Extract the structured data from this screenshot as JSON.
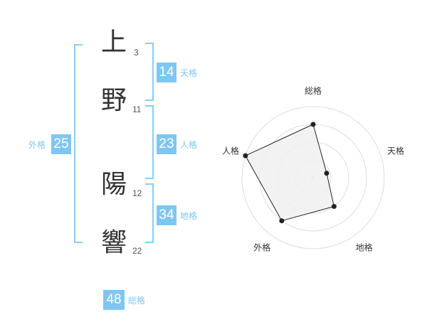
{
  "name": {
    "chars": [
      {
        "char": "上",
        "strokes": "3"
      },
      {
        "char": "野",
        "strokes": "11"
      },
      {
        "char": "陽",
        "strokes": "12"
      },
      {
        "char": "響",
        "strokes": "22"
      }
    ]
  },
  "fortunes": {
    "tenkaku": {
      "value": "14",
      "label": "天格"
    },
    "jinkaku": {
      "value": "23",
      "label": "人格"
    },
    "chikaku": {
      "value": "34",
      "label": "地格"
    },
    "gaikaku": {
      "value": "25",
      "label": "外格"
    },
    "soukaku": {
      "value": "48",
      "label": "総格"
    }
  },
  "chart_data": {
    "type": "radar",
    "axes": [
      "総格",
      "天格",
      "地格",
      "外格",
      "人格"
    ],
    "rings": 4,
    "levels": [
      0.75,
      0.2,
      0.5,
      0.75,
      1.0
    ],
    "grid_color": "#dddddd",
    "fill_color": "#f0f0f0",
    "line_color": "#222222"
  },
  "colors": {
    "accent": "#7fc6f2",
    "bracket": "#8cccf2",
    "text": "#333333"
  }
}
